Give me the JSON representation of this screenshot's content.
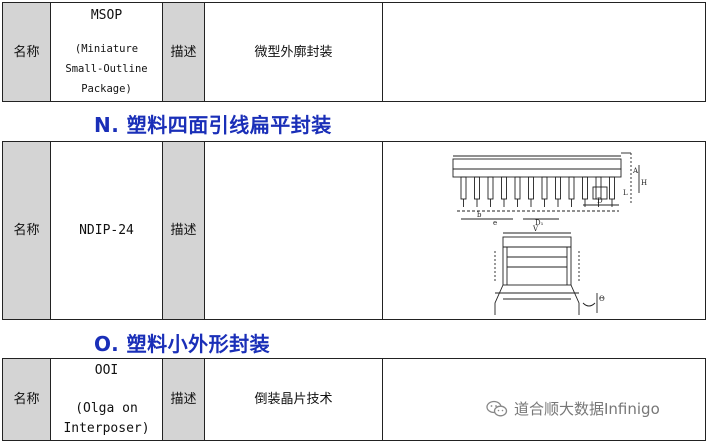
{
  "rows": [
    {
      "name_label": "名称",
      "code": "MSOP",
      "code_extra": [
        "(Miniature",
        "Small-Outline",
        "Package)"
      ],
      "desc_label": "描述",
      "desc": "微型外廓封装"
    },
    {
      "name_label": "名称",
      "code": "NDIP-24",
      "desc_label": "描述",
      "desc": ""
    },
    {
      "name_label": "名称",
      "code": "OOI",
      "code_extra": [
        "(Olga on",
        "Interposer)"
      ],
      "desc_label": "描述",
      "desc": "倒装晶片技术"
    }
  ],
  "headings": {
    "n": "N. 塑料四面引线扁平封装",
    "o": "O. 塑料小外形封装"
  },
  "diagram_labels": {
    "b": "b",
    "e": "e",
    "d1": "D₁",
    "d": "D",
    "a": "A",
    "h": "H",
    "l": "L",
    "v": "V",
    "theta": "Θ"
  },
  "watermark": {
    "icon": "wechat-icon",
    "text": "道合顺大数据Infinigo"
  },
  "colors": {
    "heading": "#1a2fb8",
    "label_bg": "#d4d4d4"
  }
}
